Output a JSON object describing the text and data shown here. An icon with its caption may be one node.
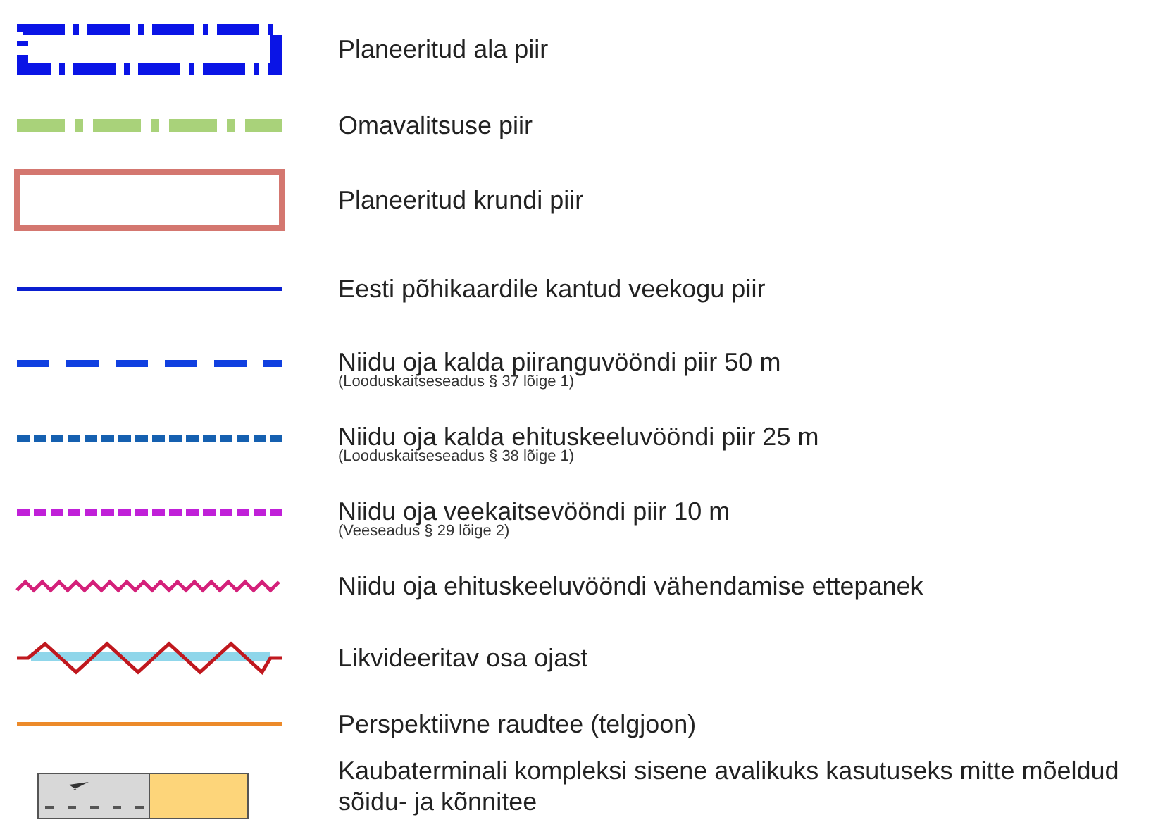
{
  "diagram": {
    "legend": [
      {
        "text": "Planeeritud ala piir"
      },
      {
        "text": "Omavalitsuse piir"
      },
      {
        "text": "Planeeritud krundi piir"
      },
      {
        "text": "Eesti põhikaardile kantud veekogu piir"
      },
      {
        "text": "Niidu oja kalda piiranguvööndi piir 50 m"
      },
      {
        "text": "Niidu oja kalda ehituskeeluvööndi piir 25 m"
      },
      {
        "text": "Niidu oja veekaitsevööndi piir 10 m"
      },
      {
        "text": "Niidu oja ehituskeeluvööndi vähendamise ettepanek"
      },
      {
        "text": "Likvideeritav osa ojast"
      },
      {
        "text": "Perspektiivne raudtee (telgjoon)"
      },
      {
        "text": "Kaubaterminali kompleksi sisene avalikuks kasutuseks mitte mõeldud sõidu- ja kõnnitee"
      }
    ],
    "labels": [
      "(Looduskaitseseadus § 37 lõige 1)",
      "(Looduskaitseseadus § 38 lõige 1)",
      "(Veeseadus § 29 lõige 2)"
    ]
  }
}
